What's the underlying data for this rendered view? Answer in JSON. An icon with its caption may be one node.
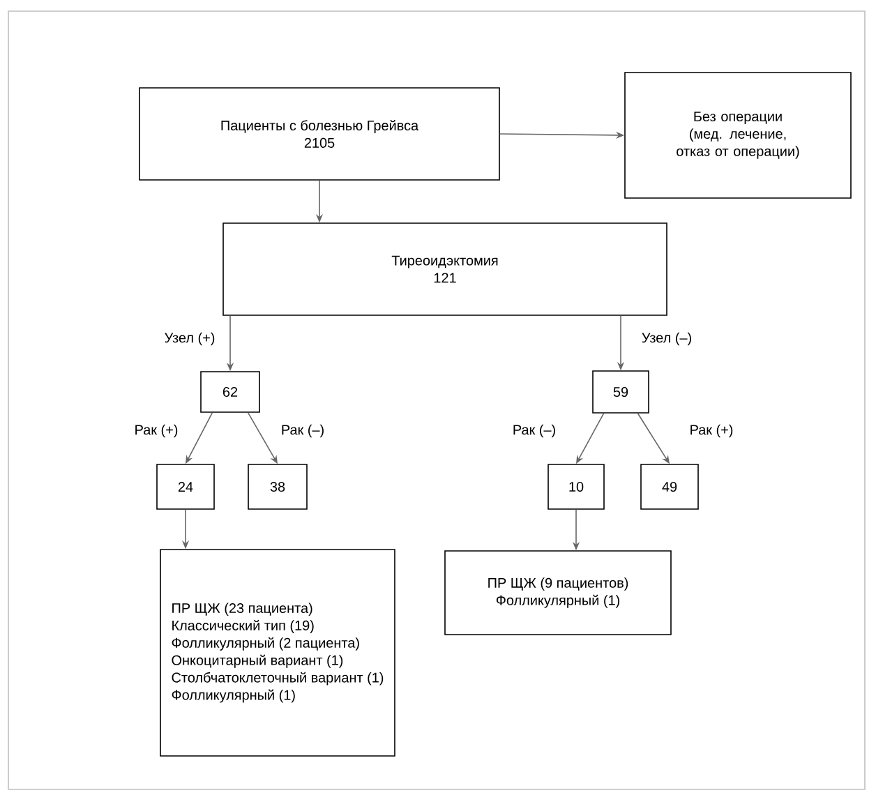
{
  "diagram": {
    "nodes": [
      {
        "text": [
          "Пациенты с болезнью Грейвса",
          "2105"
        ]
      },
      {
        "text": [
          "Без операции (мед. лечение, отказ от операции)"
        ]
      },
      {
        "text": [
          "Тиреоидэктомия",
          "121"
        ]
      },
      {
        "text": [
          "62"
        ]
      },
      {
        "text": [
          "24"
        ]
      },
      {
        "text": [
          "38"
        ]
      },
      {
        "text": [
          "59"
        ]
      },
      {
        "text": [
          "10"
        ]
      },
      {
        "text": [
          "49"
        ]
      },
      {
        "text": [
          "ПР ЩЖ (23 пациента)",
          "Классический тип (19)",
          "Фолликулярный (2 пациента)",
          "Онкоцитарный вариант (1)",
          "Столбчатоклеточный вариант (1)",
          "Фолликулярный (1)"
        ]
      },
      {
        "text": [
          "ПР ЩЖ (9 пациентов)",
          "Фолликулярный (1)"
        ]
      }
    ],
    "edges": [
      {
        "from": 0,
        "to": 1,
        "arrow": "to"
      },
      {
        "from": 0,
        "to": 2,
        "arrow": "to"
      },
      {
        "from": 2,
        "to": 3,
        "arrow": "to",
        "label": "Узел (+)"
      },
      {
        "from": 2,
        "to": 6,
        "arrow": "to",
        "label": "Узел (–)"
      },
      {
        "from": 3,
        "to": 4,
        "arrow": "to",
        "label": "Рак (+)"
      },
      {
        "from": 3,
        "to": 5,
        "arrow": "to",
        "label": "Рак (–)"
      },
      {
        "from": 6,
        "to": 7,
        "arrow": "to",
        "label": "Рак (–)"
      },
      {
        "from": 6,
        "to": 8,
        "arrow": "to",
        "label": "Рак (+)"
      },
      {
        "from": 4,
        "to": 9,
        "arrow": "to"
      },
      {
        "from": 7,
        "to": 10,
        "arrow": "to"
      }
    ]
  }
}
